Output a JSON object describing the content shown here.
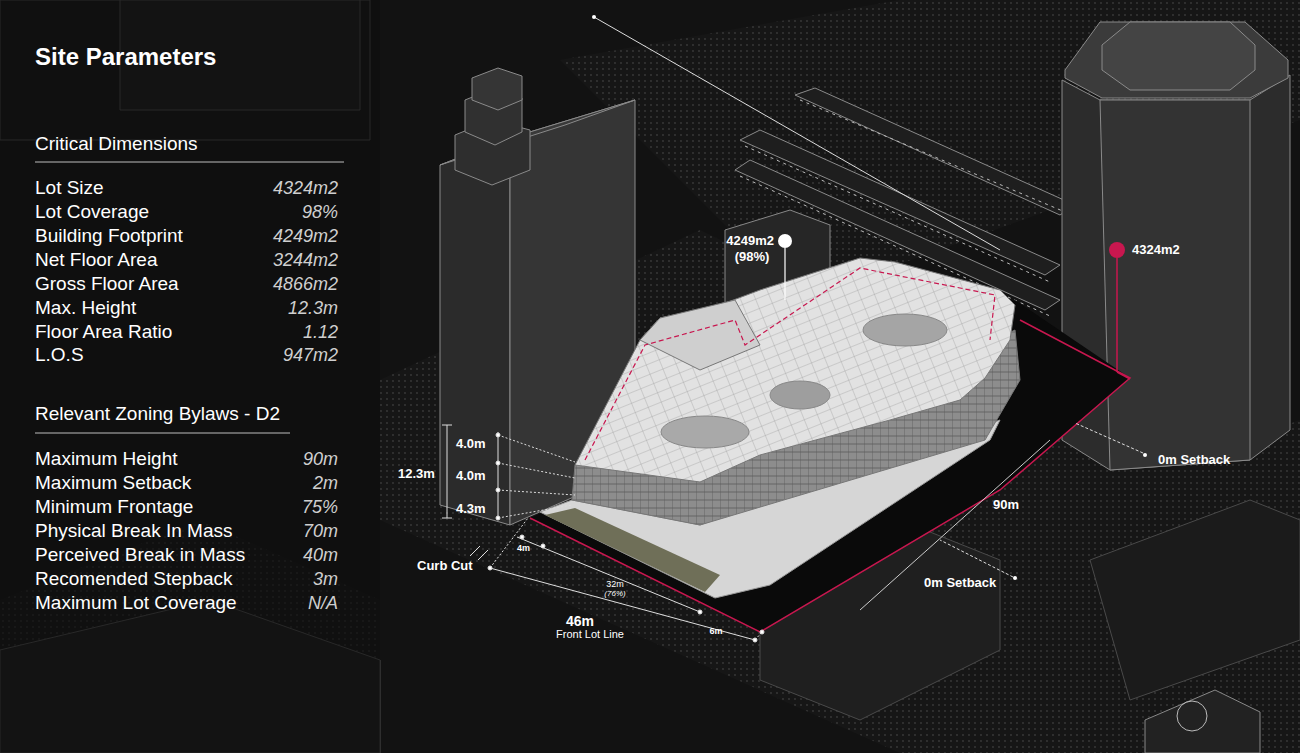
{
  "diagram": {
    "title": "Site Parameters",
    "labels": [
      "Critical Dimensions",
      "Lot Size",
      "4324m2",
      "Lot Coverage",
      "98%",
      "Building Footprint",
      "4249m2",
      "Net Floor Area",
      "3244m2",
      "Gross Floor Area",
      "4866m2",
      "Max. Height",
      "12.3m",
      "Floor Area Ratio",
      "1.12",
      "L.O.S",
      "947m2",
      "Relevant Zoning Bylaws - D2",
      "Maximum Height",
      "90m",
      "Maximum Setback",
      "2m",
      "Minimum Frontage",
      "75%",
      "Physical Break In Mass",
      "70m",
      "Perceived Break in Mass",
      "40m",
      "Recomended Stepback",
      "3m",
      "Maximum Lot Coverage",
      "N/A",
      "4249m2",
      "(98%)",
      "4324m2",
      "0m Setback",
      "0m Setback",
      "90m",
      "4.0m",
      "4.0m",
      "4.3m",
      "12.3m",
      "Curb Cut",
      "4m",
      "32m",
      "(76%)",
      "6m",
      "46m",
      "Front Lot Line"
    ]
  }
}
